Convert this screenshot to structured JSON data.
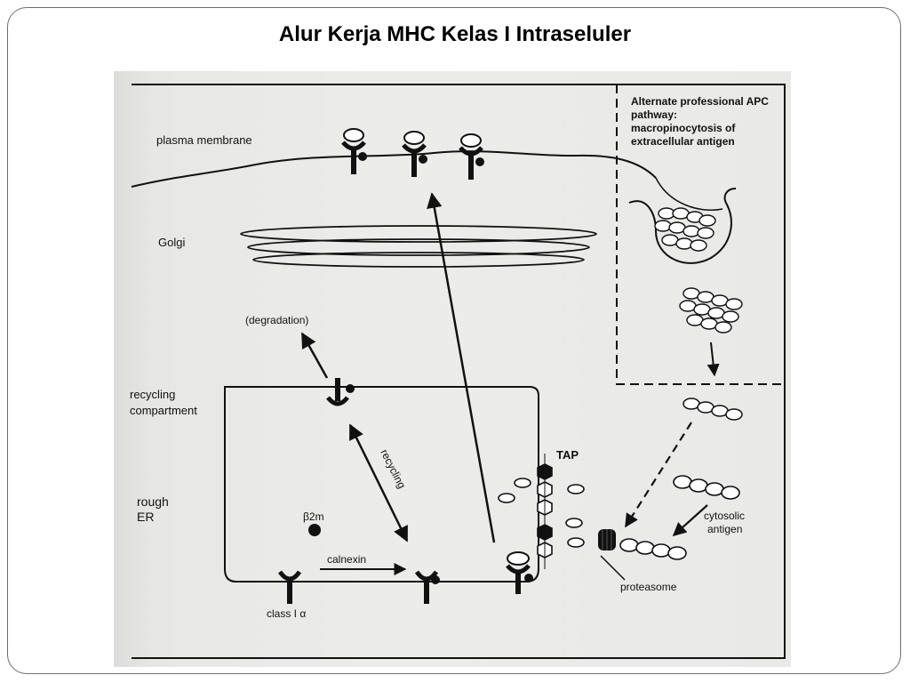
{
  "slide": {
    "title": "Alur Kerja MHC Kelas I Intraseluler"
  },
  "diagram": {
    "labels": {
      "plasma_membrane": "plasma membrane",
      "golgi": "Golgi",
      "degradation": "(degradation)",
      "recycling_compartment_line1": "recycling",
      "recycling_compartment_line2": "compartment",
      "recycling": "recycling",
      "rough_er_line1": "rough",
      "rough_er_line2": "ER",
      "b2m": "β2m",
      "calnexin": "calnexin",
      "class_i_alpha": "class I α",
      "tap": "TAP",
      "proteasome": "proteasome",
      "cytosolic_antigen_line1": "cytosolic",
      "cytosolic_antigen_line2": "antigen",
      "apc_line1": "Alternate professional APC",
      "apc_line2": "pathway:",
      "apc_line3": "macropinocytosis of",
      "apc_line4": "extracellular antigen"
    },
    "colors": {
      "ink": "#111111",
      "paper": "#e9e9e7",
      "frame": "#6f6f6f"
    }
  }
}
